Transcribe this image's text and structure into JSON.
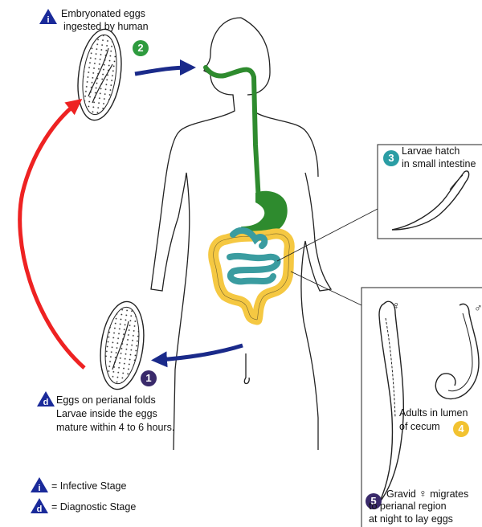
{
  "stage_markers": {
    "infective_letter": "i",
    "diagnostic_letter": "d"
  },
  "steps": [
    {
      "number": "1",
      "color": "#3a2a6b"
    },
    {
      "number": "2",
      "color": "#2e9b3e"
    },
    {
      "number": "3",
      "color": "#2a9da4"
    },
    {
      "number": "4",
      "color": "#f2c230"
    },
    {
      "number": "5",
      "color": "#3a2a6b"
    }
  ],
  "labels": {
    "embryonated_line1": "Embryonated eggs",
    "embryonated_line2": "ingested by human",
    "larvae_hatch_line1": "Larvae hatch",
    "larvae_hatch_line2": "in small intestine",
    "eggs_perianal_line1": "Eggs on perianal folds",
    "eggs_perianal_line2": "Larvae inside the eggs",
    "eggs_perianal_line3": "mature within 4 to 6 hours.",
    "adults_line1": "Adults in lumen",
    "adults_line2": "of cecum",
    "gravid_line1": "Gravid ",
    "gravid_line1b": " migrates",
    "gravid_line2": "to perianal region",
    "gravid_line3": "at night to lay eggs",
    "female_symbol": "♀",
    "male_symbol": "♂"
  },
  "legend": {
    "infective": "= Infective Stage",
    "diagnostic": "= Diagnostic Stage"
  },
  "colors": {
    "marker_blue": "#1a2a9a",
    "arrow_navy": "#1a2a8a",
    "arrow_red": "#ee2222",
    "gut_green": "#2e8b2e",
    "colon_yellow": "#f5c842",
    "small_intestine_teal": "#3a9ca0"
  }
}
